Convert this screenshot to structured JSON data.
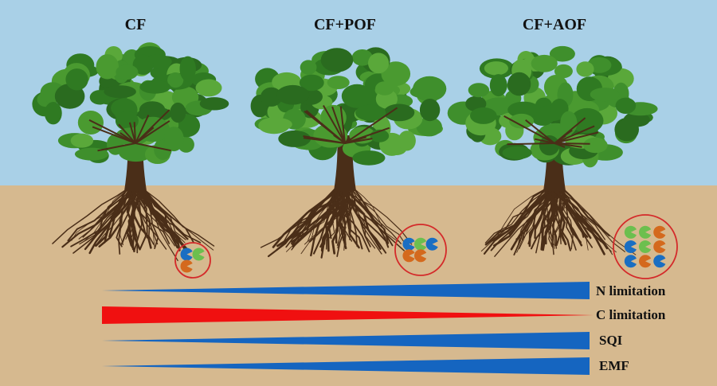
{
  "treatments": [
    {
      "label": "CF",
      "microbes": [
        "blue",
        "green",
        "orange"
      ]
    },
    {
      "label": "CF+POF",
      "microbes": [
        "blue",
        "green",
        "blue",
        "orange",
        "orange"
      ]
    },
    {
      "label": "CF+AOF",
      "microbes": [
        "green",
        "green",
        "orange",
        "blue",
        "green",
        "orange",
        "blue",
        "orange",
        "blue"
      ]
    }
  ],
  "gradients": [
    {
      "label": "N limitation",
      "color": "#1565c0",
      "direction": "increasing"
    },
    {
      "label": "C limitation",
      "color": "#f01010",
      "direction": "decreasing"
    },
    {
      "label": "SQI",
      "color": "#1565c0",
      "direction": "increasing"
    },
    {
      "label": "EMF",
      "color": "#1565c0",
      "direction": "increasing"
    }
  ],
  "colors": {
    "sky": "#a9d0e7",
    "soil": "#d6b98f",
    "blue": "#1a6ec2",
    "green": "#6cbf4e",
    "orange": "#d4691d",
    "circle": "#d42a2a",
    "trunk": "#4a2e18",
    "leaf": "#3f8f2c"
  }
}
